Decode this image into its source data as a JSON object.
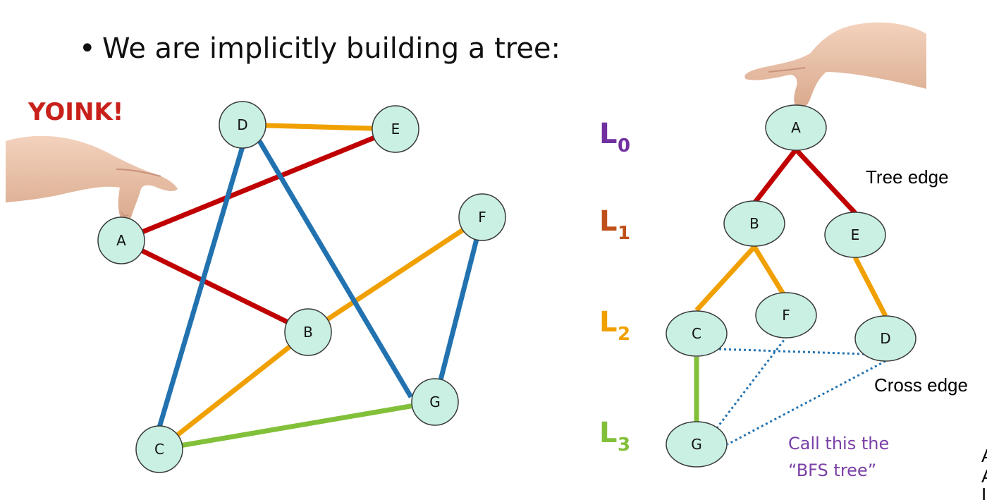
{
  "slide": {
    "bullet_text": "We are implicitly building a tree:",
    "yoink_text": "YOINK!",
    "tree_edge_label": "Tree edge",
    "cross_edge_label": "Cross edge",
    "caption_line1": "Call this the",
    "caption_line2": "“BFS tree”",
    "edge_text_1": "A",
    "edge_text_2": "A",
    "edge_text_3": "I"
  },
  "colors": {
    "node_fill": "#c9f0e3",
    "red": "#c00000",
    "orange": "#f0a000",
    "blue": "#2272b0",
    "green": "#82c03a",
    "dotted": "#2272b0",
    "level0": "#7030a0",
    "level1": "#c0501a",
    "level2": "#f0a000",
    "level3": "#82c03a"
  },
  "levels": [
    {
      "main": "L",
      "sub": "0",
      "color": "#7030a0"
    },
    {
      "main": "L",
      "sub": "1",
      "color": "#c0501a"
    },
    {
      "main": "L",
      "sub": "2",
      "color": "#f0a000"
    },
    {
      "main": "L",
      "sub": "3",
      "color": "#82c03a"
    }
  ],
  "graph": {
    "nodes": [
      "A",
      "B",
      "C",
      "D",
      "E",
      "F",
      "G"
    ],
    "edges": [
      {
        "from": "A",
        "to": "E",
        "color": "red"
      },
      {
        "from": "A",
        "to": "B",
        "color": "red"
      },
      {
        "from": "D",
        "to": "E",
        "color": "orange"
      },
      {
        "from": "B",
        "to": "F",
        "color": "orange"
      },
      {
        "from": "B",
        "to": "C",
        "color": "orange"
      },
      {
        "from": "D",
        "to": "C",
        "color": "blue"
      },
      {
        "from": "D",
        "to": "G",
        "color": "blue"
      },
      {
        "from": "F",
        "to": "G",
        "color": "blue"
      },
      {
        "from": "C",
        "to": "G",
        "color": "green"
      }
    ]
  },
  "tree": {
    "nodes": [
      "A",
      "B",
      "E",
      "C",
      "F",
      "D",
      "G"
    ],
    "tree_edges": [
      {
        "from": "A",
        "to": "B",
        "color": "red"
      },
      {
        "from": "A",
        "to": "E",
        "color": "red"
      },
      {
        "from": "B",
        "to": "C",
        "color": "orange"
      },
      {
        "from": "B",
        "to": "F",
        "color": "orange"
      },
      {
        "from": "E",
        "to": "D",
        "color": "orange"
      },
      {
        "from": "C",
        "to": "G",
        "color": "green"
      }
    ],
    "cross_edges": [
      {
        "from": "C",
        "to": "D"
      },
      {
        "from": "F",
        "to": "G"
      },
      {
        "from": "D",
        "to": "G"
      }
    ]
  }
}
